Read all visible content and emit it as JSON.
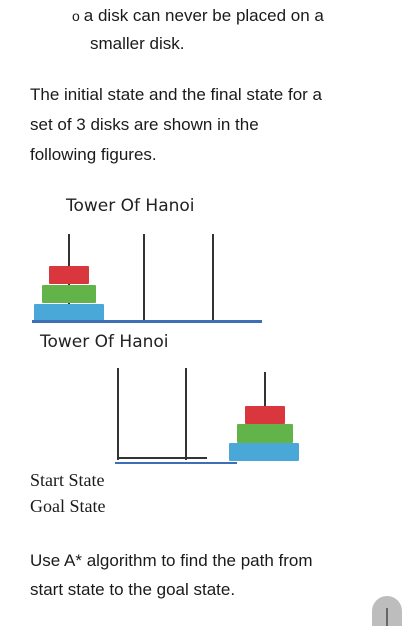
{
  "bullet": {
    "marker": "o",
    "line1": "a disk can never be placed on a",
    "line2": "smaller disk."
  },
  "intro": {
    "line1": "The initial state and the final state for a",
    "line2": "set of 3 disks are shown in the",
    "line3": "following figures."
  },
  "figure1": {
    "title": "Tower Of Hanoi"
  },
  "figure2": {
    "title": "Tower Of Hanoi"
  },
  "labels": {
    "start": "Start State",
    "goal": "Goal State"
  },
  "question": {
    "line1": "Use A* algorithm to find the path from",
    "line2": "start state to the goal state."
  },
  "colors": {
    "disk_small": "#d9363e",
    "disk_medium": "#62b44a",
    "disk_large": "#4aa8d8",
    "base_line": "#3d6fb5"
  }
}
